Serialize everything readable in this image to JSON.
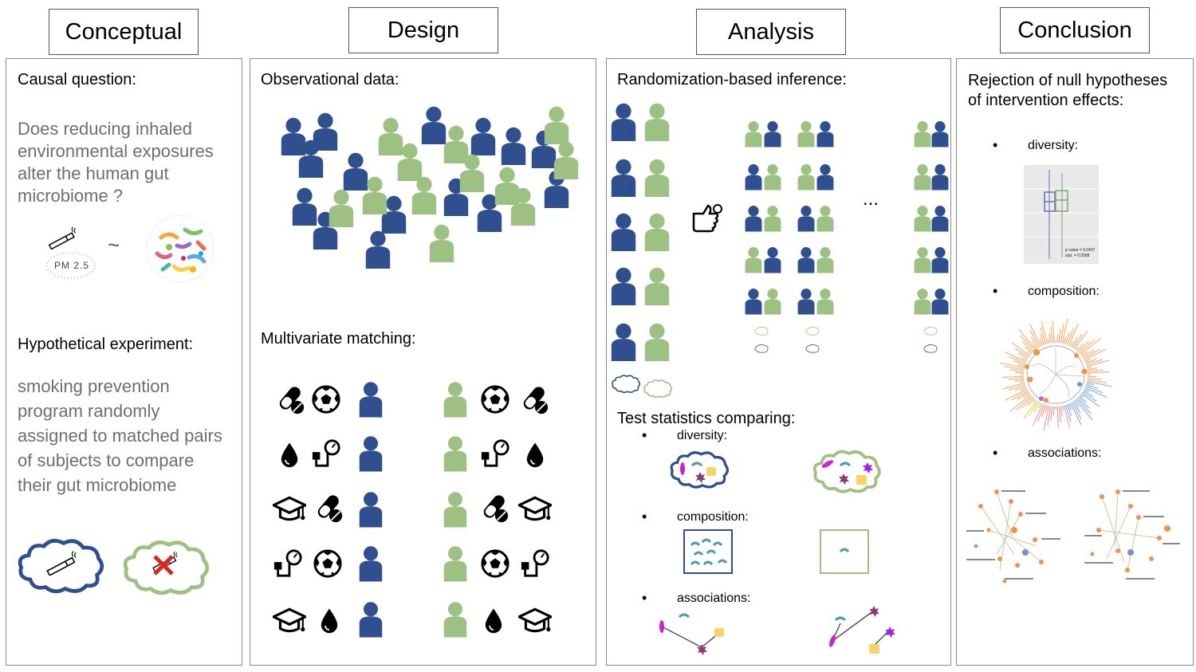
{
  "headers": {
    "conceptual": "Conceptual",
    "design": "Design",
    "analysis": "Analysis",
    "conclusion": "Conclusion"
  },
  "conceptual": {
    "causal_label": "Causal question:",
    "causal_text": [
      "Does reducing inhaled",
      "environmental exposures",
      "alter the human gut",
      "microbiome ?"
    ],
    "pm_label": "PM 2.5",
    "tilde": "~",
    "hyp_label": "Hypothetical experiment:",
    "hyp_text": [
      "smoking prevention",
      "program randomly",
      "assigned to matched pairs",
      "of subjects to compare",
      "their gut microbiome"
    ]
  },
  "design": {
    "obs_label": "Observational data:",
    "match_label": "Multivariate matching:"
  },
  "analysis": {
    "rand_label": "Randomization-based inference:",
    "ellipsis": "...",
    "test_label": "Test statistics comparing:",
    "bullets": [
      "diversity:",
      "composition:",
      "associations:"
    ]
  },
  "conclusion": {
    "title": [
      "Rejection of null hypotheses",
      "of intervention effects:"
    ],
    "bullets": [
      "diversity:",
      "composition:",
      "associations:"
    ],
    "pval": "p-value = 0.0497",
    "stat": "stat. = 0.0588"
  },
  "colors": {
    "blue": "#2f4f8f",
    "green": "#9dc183",
    "teal": "#4a9aa8",
    "magenta": "#d11fd6",
    "purple": "#8a3d7a",
    "yellow": "#f5d46a",
    "red": "#e0241b"
  }
}
